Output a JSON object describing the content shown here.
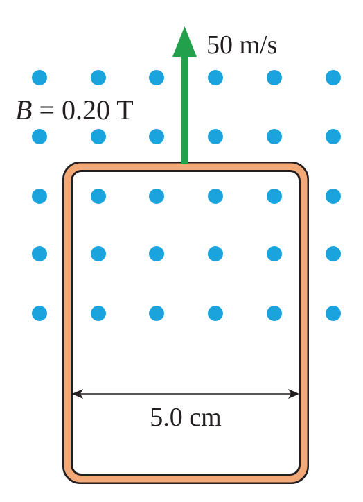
{
  "field": {
    "label": "B",
    "equals": " = 0.20 T",
    "direction": "out-of-page",
    "dot_color": "#1ba3dd",
    "rows": 5,
    "cols": 6
  },
  "velocity": {
    "label": "50 m/s",
    "arrow_color": "#22a04b"
  },
  "loop": {
    "width_label": "5.0 cm",
    "stroke_color": "#f2a877",
    "edge_color": "#231f20"
  }
}
